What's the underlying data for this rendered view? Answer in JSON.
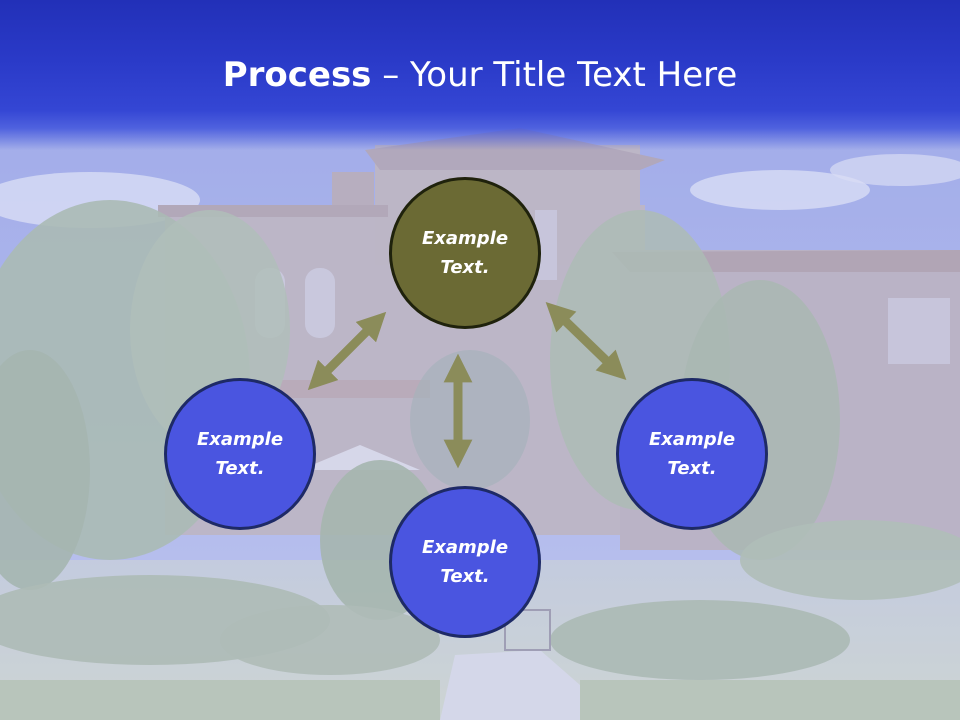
{
  "title": {
    "bold": "Process",
    "rest": " – Your Title Text Here"
  },
  "nodes": {
    "top": "Example\nText.",
    "left": "Example\nText.",
    "right": "Example\nText.",
    "bottom": "Example\nText."
  },
  "colors": {
    "title_band": "#2a3ac8",
    "node_primary": "#6b6a34",
    "node_secondary": "#4a55e0",
    "arrow": "#8b8c5a"
  }
}
